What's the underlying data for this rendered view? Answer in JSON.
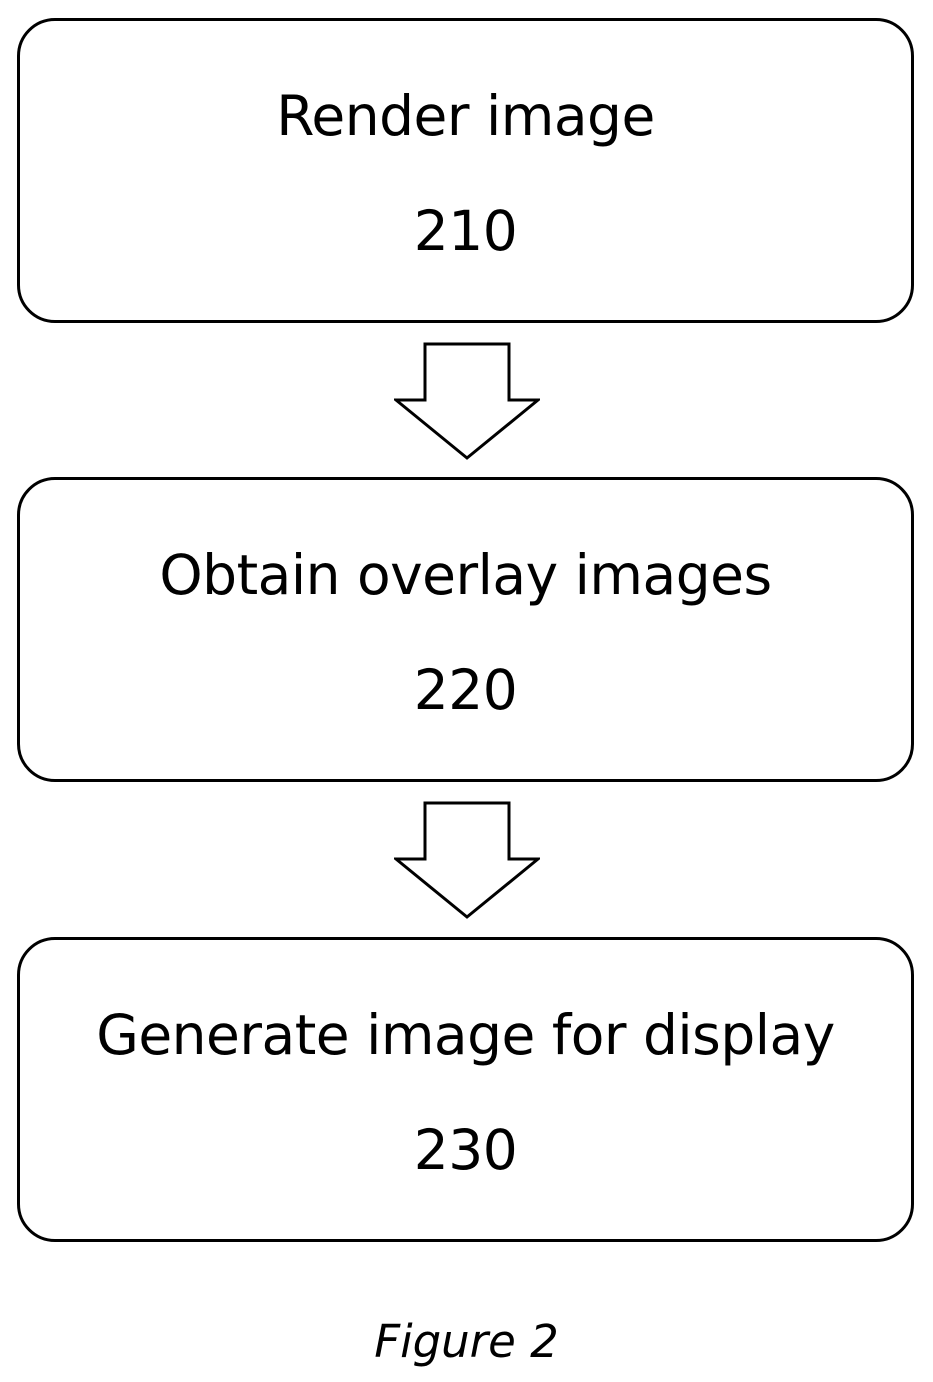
{
  "flowchart": {
    "steps": [
      {
        "label": "Render image",
        "number": "210"
      },
      {
        "label": "Obtain overlay images",
        "number": "220"
      },
      {
        "label": "Generate image for display",
        "number": "230"
      }
    ]
  },
  "caption": "Figure 2"
}
